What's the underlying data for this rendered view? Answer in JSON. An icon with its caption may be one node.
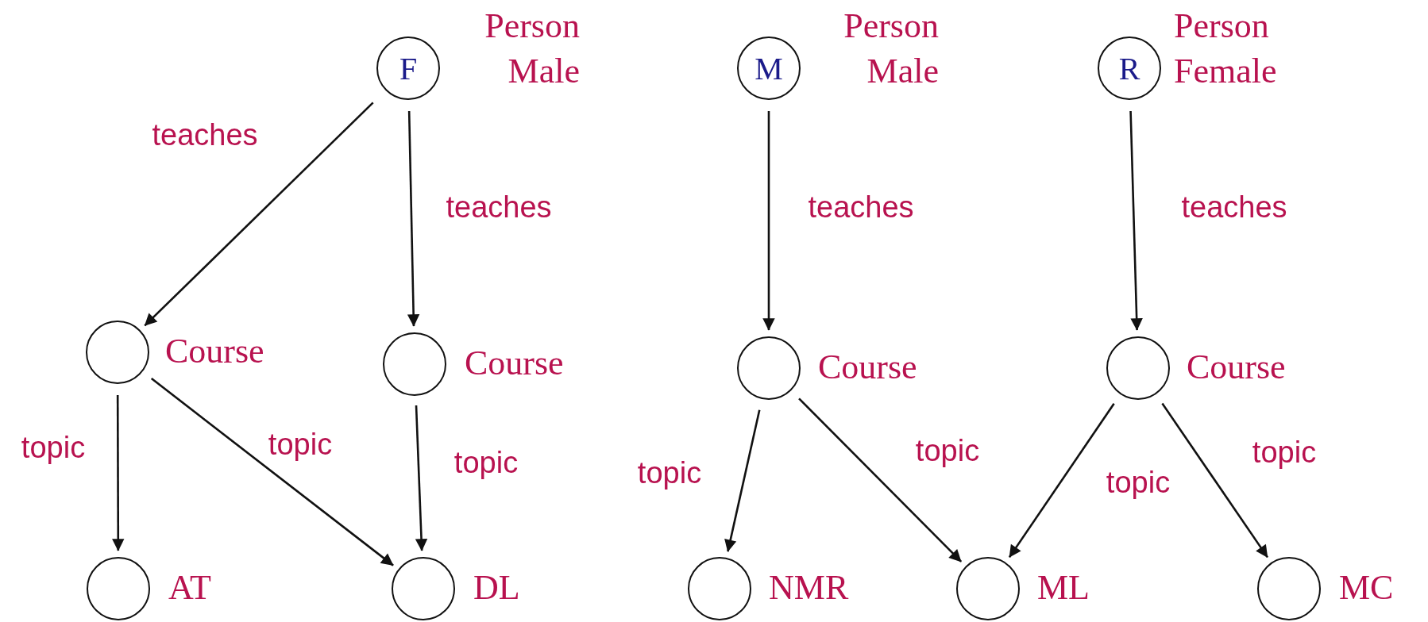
{
  "diagram": {
    "nodes": [
      {
        "text": [
          "F"
        ],
        "beside": [
          "Person Male"
        ]
      },
      {
        "text": [
          "M"
        ],
        "beside": [
          "Person Male"
        ]
      },
      {
        "text": [
          "R"
        ],
        "beside": [
          "Person Female"
        ]
      },
      {
        "text": [],
        "shape": "circle",
        "beside": [
          "Course"
        ]
      },
      {
        "text": [],
        "shape": "circle",
        "beside": [
          "Course"
        ]
      },
      {
        "text": [],
        "shape": "circle",
        "beside": [
          "Course"
        ]
      },
      {
        "text": [],
        "shape": "circle",
        "beside": [
          "Course"
        ]
      },
      {
        "text": [],
        "shape": "circle",
        "beside": [
          "AT"
        ]
      },
      {
        "text": [],
        "shape": "circle",
        "beside": [
          "DL"
        ]
      },
      {
        "text": [],
        "shape": "circle",
        "beside": [
          "NMR"
        ]
      },
      {
        "text": [],
        "shape": "circle",
        "beside": [
          "ML"
        ]
      },
      {
        "text": [],
        "shape": "circle",
        "beside": [
          "MC"
        ]
      }
    ],
    "edges": [
      {
        "from": 0,
        "to": 3,
        "arrow": "to",
        "label": "teaches"
      },
      {
        "from": 0,
        "to": 4,
        "arrow": "to",
        "label": "teaches"
      },
      {
        "from": 1,
        "to": 5,
        "arrow": "to",
        "label": "teaches"
      },
      {
        "from": 2,
        "to": 6,
        "arrow": "to",
        "label": "teaches"
      },
      {
        "from": 3,
        "to": 7,
        "arrow": "to",
        "label": "topic"
      },
      {
        "from": 3,
        "to": 8,
        "arrow": "to",
        "label": "topic"
      },
      {
        "from": 4,
        "to": 8,
        "arrow": "to",
        "label": "topic"
      },
      {
        "from": 5,
        "to": 9,
        "arrow": "to",
        "label": "topic"
      },
      {
        "from": 5,
        "to": 10,
        "arrow": "to",
        "label": "topic"
      },
      {
        "from": 6,
        "to": 10,
        "arrow": "to",
        "label": "topic"
      },
      {
        "from": 6,
        "to": 11,
        "arrow": "to",
        "label": "topic"
      }
    ]
  }
}
